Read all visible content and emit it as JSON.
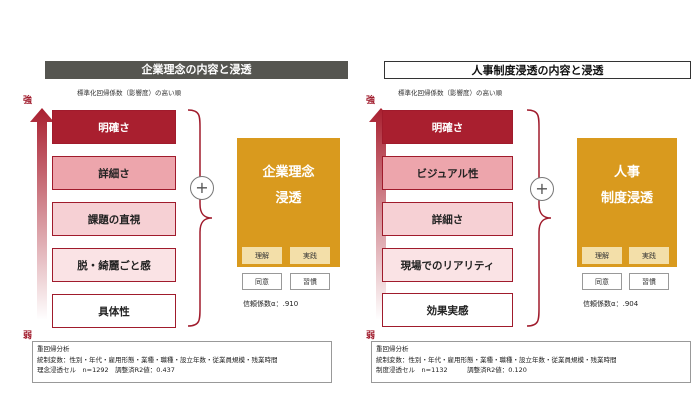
{
  "panels": [
    {
      "title": "企業理念の内容と浸透",
      "subtitle": "標準化回帰係数（影響度）の高い順",
      "strong_label": "強",
      "weak_label": "弱",
      "factors": [
        "明確さ",
        "詳細さ",
        "課題の直視",
        "脱・綺麗ごと感",
        "具体性"
      ],
      "result_title_lines": [
        "企業理念",
        "浸透"
      ],
      "sub_items": [
        "理解",
        "実践",
        "同意",
        "習慣"
      ],
      "reliability": "信頼係数α：.910",
      "note": {
        "line1": "重回帰分析",
        "line2": "統制変数：性別・年代・雇用形態・業種・職種・設立年数・従業員規模・残業時間",
        "line3": "理念浸透セル　n=1292　調整済R2値：0.437"
      }
    },
    {
      "title": "人事制度浸透の内容と浸透",
      "subtitle": "標準化回帰係数（影響度）の高い順",
      "strong_label": "強",
      "weak_label": "弱",
      "factors": [
        "明確さ",
        "ビジュアル性",
        "詳細さ",
        "現場でのリアリティ",
        "効果実感"
      ],
      "result_title_lines": [
        "人事",
        "制度浸透"
      ],
      "sub_items": [
        "理解",
        "実践",
        "同意",
        "習慣"
      ],
      "reliability": "信頼係数α：.904",
      "note": {
        "line1": "重回帰分析",
        "line2": "統制変数：性別・年代・雇用形態・業種・職種・設立年数・従業員規模・残業時間",
        "line3": "制度浸透セル　n=1132　　　調整済R2値：0.120"
      }
    }
  ],
  "colors": {
    "accent_red": "#a91f2f",
    "result_gold": "#d99a1e",
    "sub_gold": "#f3dfa9",
    "title_dark": "#555550"
  },
  "icons": {
    "plus": "+"
  }
}
